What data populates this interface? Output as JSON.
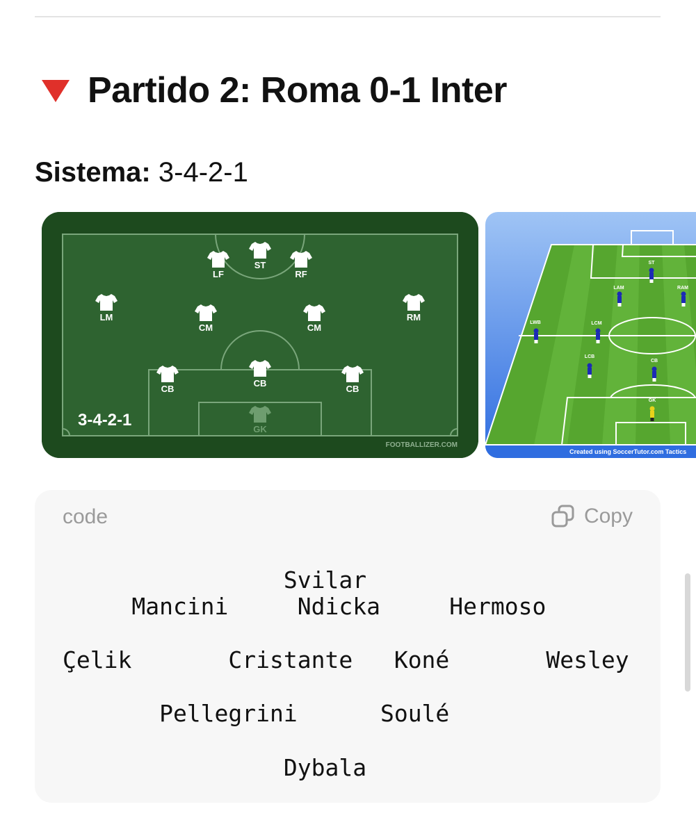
{
  "heading": {
    "icon": "red-triangle-down-icon",
    "title": "Partido 2: Roma 0-1 Inter"
  },
  "sistema": {
    "label": "Sistema:",
    "value": "3-4-2-1"
  },
  "formation_image": {
    "formation": "3-4-2-1",
    "credit": "FOOTBALLIZER.COM",
    "players": [
      {
        "role": "ST"
      },
      {
        "role": "LF"
      },
      {
        "role": "RF"
      },
      {
        "role": "LM"
      },
      {
        "role": "CM"
      },
      {
        "role": "CM"
      },
      {
        "role": "RM"
      },
      {
        "role": "CB"
      },
      {
        "role": "CB"
      },
      {
        "role": "CB"
      },
      {
        "role": "GK"
      }
    ]
  },
  "tactics_image": {
    "credit": "Created using SoccerTutor.com Tactics",
    "labels": [
      "ST",
      "LAM",
      "RAM",
      "LWB",
      "LCM",
      "LCB",
      "CB",
      "GK"
    ]
  },
  "code_block": {
    "label": "code",
    "copy_label": "Copy",
    "copy_icon": "copy-icon",
    "lines": [
      "                Svilar",
      "     Mancini     Ndicka     Hermoso",
      "Çelik       Cristante   Koné       Wesley",
      "       Pellegrini      Soulé",
      "                Dybala"
    ]
  }
}
